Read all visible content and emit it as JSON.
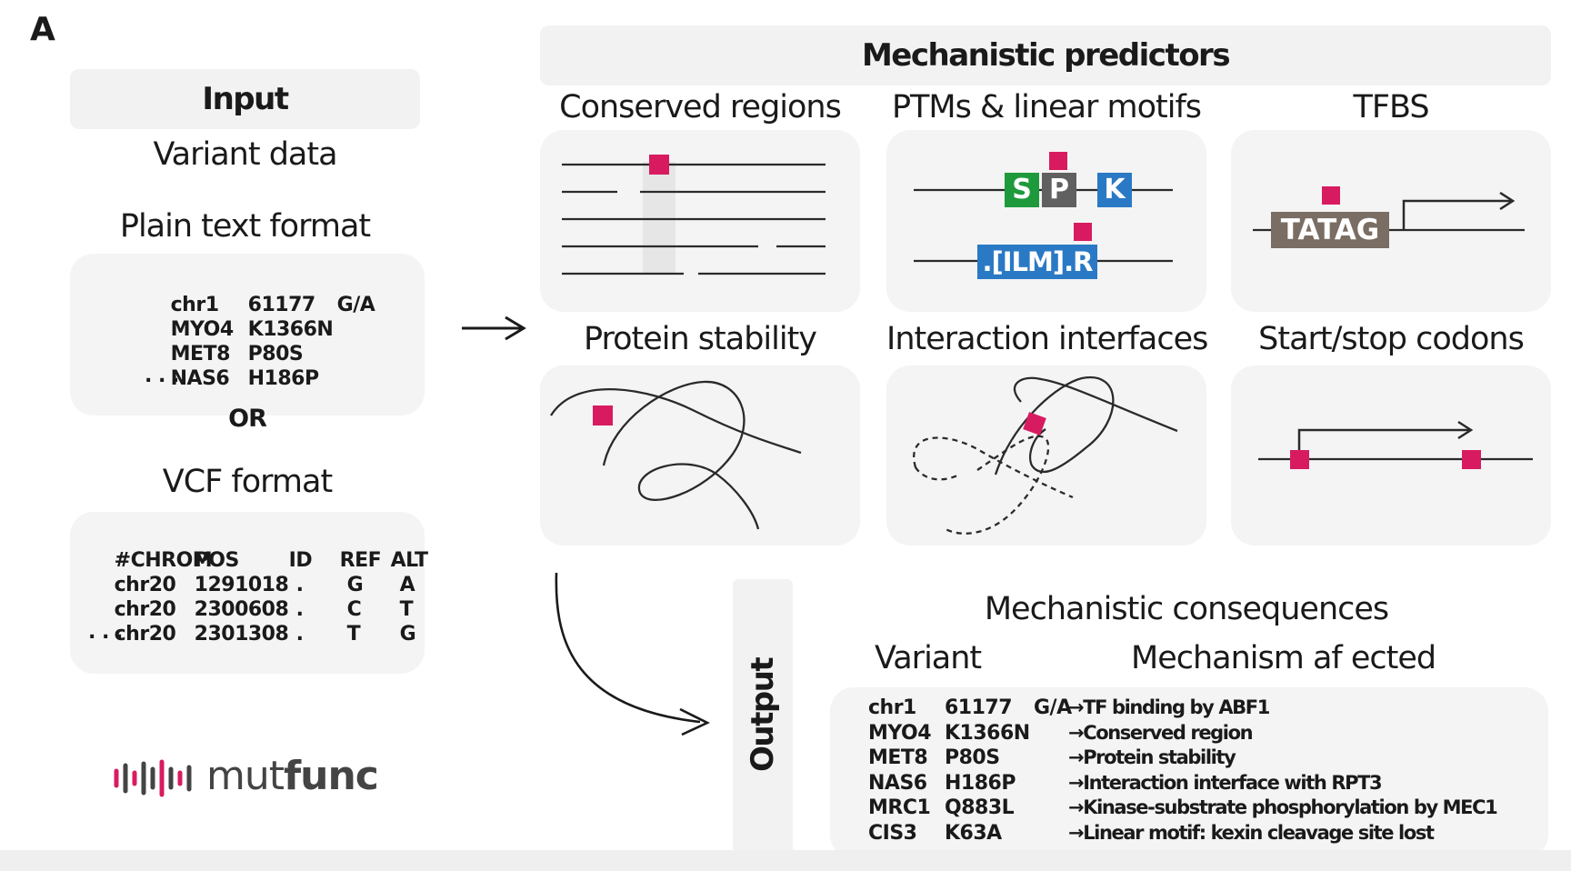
{
  "panel_label": "A",
  "input": {
    "header": "Input",
    "subtitle": "Variant data",
    "plain_title": "Plain text format",
    "plain_rows": [
      [
        "chr1",
        "61177",
        "G/A"
      ],
      [
        "MYO4",
        "K1366N",
        ""
      ],
      [
        "MET8",
        "P80S",
        ""
      ],
      [
        "NAS6",
        "H186P",
        ""
      ]
    ],
    "plain_more": ". . .",
    "or_label": "OR",
    "vcf_title": "VCF format",
    "vcf_headers": [
      "#CHROM",
      "POS",
      "ID",
      "REF",
      "ALT"
    ],
    "vcf_rows": [
      [
        "chr20",
        "1291018",
        ".",
        "G",
        "A"
      ],
      [
        "chr20",
        "2300608",
        ".",
        "C",
        "T"
      ],
      [
        "chr20",
        "2301308",
        ".",
        "T",
        "G"
      ]
    ],
    "vcf_more": ". . ."
  },
  "logo": {
    "text_light": "mut",
    "text_bold": "func"
  },
  "predictors": {
    "header": "Mechanistic predictors",
    "panels": [
      {
        "title": "Conserved regions"
      },
      {
        "title": "PTMs & linear motifs",
        "motif_letters": [
          "S",
          "P",
          "K"
        ],
        "motif_regex": ".[ILM].R"
      },
      {
        "title": "TFBS",
        "box_text": "TATAG"
      },
      {
        "title": "Protein stability"
      },
      {
        "title": "Interaction interfaces"
      },
      {
        "title": "Start/stop codons"
      }
    ]
  },
  "output": {
    "label": "Output",
    "title": "Mechanistic consequences",
    "col_variant": "Variant",
    "col_mechanism": "Mechanism af ected",
    "rows": [
      {
        "gene": "chr1",
        "pos": "61177",
        "alt": "G/A",
        "mechanism": "→TF binding by ABF1"
      },
      {
        "gene": "MYO4",
        "pos": "K1366N",
        "alt": "",
        "mechanism": "→Conserved region"
      },
      {
        "gene": "MET8",
        "pos": "P80S",
        "alt": "",
        "mechanism": "→Protein stability"
      },
      {
        "gene": "NAS6",
        "pos": "H186P",
        "alt": "",
        "mechanism": "→Interaction interface with RPT3"
      },
      {
        "gene": "MRC1",
        "pos": "Q883L",
        "alt": "",
        "mechanism": "→Kinase-substrate phosphorylation by MEC1"
      },
      {
        "gene": "CIS3",
        "pos": "K63A",
        "alt": "",
        "mechanism": "→Linear motif: kexin cleavage site lost"
      }
    ]
  },
  "colors": {
    "mutation": "#d81b60",
    "serine": "#1e9a3c",
    "proline": "#606060",
    "lysine": "#2a79c4",
    "tatag": "#7a6d63",
    "box_bg": "#f4f4f4"
  }
}
